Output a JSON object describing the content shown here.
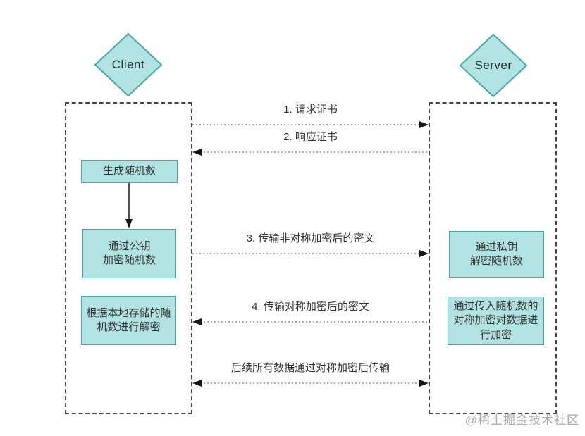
{
  "diagram": {
    "title_hint": "HTTPS handshake sequence diagram",
    "client": {
      "label": "Client"
    },
    "server": {
      "label": "Server"
    },
    "client_steps": [
      {
        "label": "生成随机数"
      },
      {
        "label": "通过公钥\n加密随机数"
      },
      {
        "label": "根据本地存储的随机数进行解密"
      }
    ],
    "server_steps": [
      {
        "label": "通过私钥\n解密随机数"
      },
      {
        "label": "通过传入随机数的对称加密对数据进行加密"
      }
    ],
    "messages": [
      {
        "label": "1. 请求证书",
        "direction": "right"
      },
      {
        "label": "2. 响应证书",
        "direction": "left"
      },
      {
        "label": "3. 传输非对称加密后的密文",
        "direction": "right"
      },
      {
        "label": "4. 传输对称加密后的密文",
        "direction": "left"
      },
      {
        "label": "后续所有数据通过对称加密后传输",
        "direction": "both"
      }
    ],
    "watermark": "@稀土掘金技术社区",
    "colors": {
      "node_fill": "#b2e3e3",
      "node_border": "#47a6a6",
      "text": "#333333",
      "arrow_head": "#161616",
      "arrow_line": "#777777",
      "lifeline_border": "#444444",
      "watermark": "#a9a9a9",
      "background": "#ffffff"
    }
  }
}
